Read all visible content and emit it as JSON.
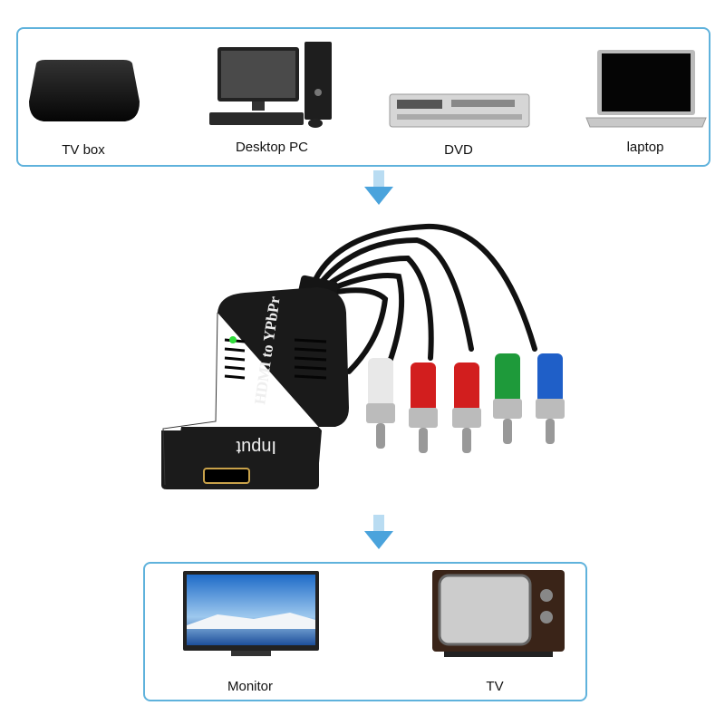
{
  "sources": {
    "items": [
      {
        "label": "TV box",
        "icon": "tv-box-icon"
      },
      {
        "label": "Desktop PC",
        "icon": "desktop-pc-icon"
      },
      {
        "label": "DVD",
        "icon": "dvd-player-icon"
      },
      {
        "label": "laptop",
        "icon": "laptop-icon"
      }
    ]
  },
  "converter": {
    "title": "HDMI to YPbPr",
    "port_label": "Input",
    "cable_colors": [
      "#e8e8e8",
      "#d21e1e",
      "#d21e1e",
      "#1e9a3a",
      "#1f5fc8"
    ],
    "led_color": "#2fdc3a"
  },
  "displays": {
    "items": [
      {
        "label": "Monitor",
        "icon": "monitor-icon"
      },
      {
        "label": "TV",
        "icon": "crt-tv-icon"
      }
    ]
  },
  "colors": {
    "border": "#5fb2dc",
    "arrow": "#4aa3dc"
  }
}
